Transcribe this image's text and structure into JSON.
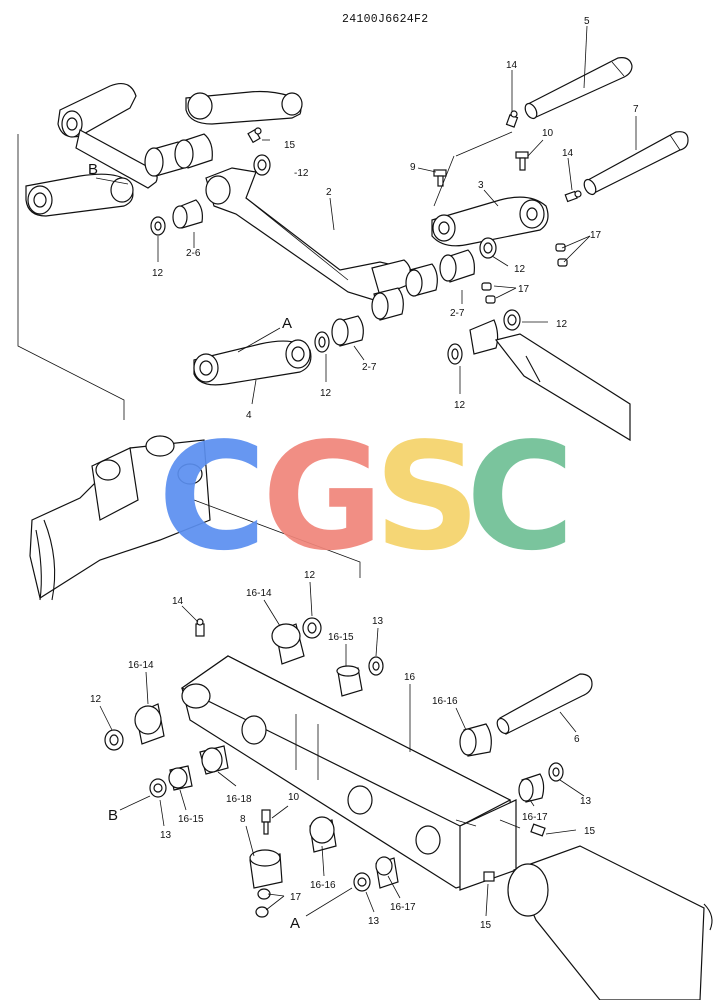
{
  "drawing_number": "24100J6624F2",
  "watermark": {
    "letters": [
      "C",
      "G",
      "S",
      "C"
    ],
    "colors": [
      "#5b8ff0",
      "#f0857a",
      "#f5d36a",
      "#6fbf95"
    ]
  },
  "upper_callouts": [
    {
      "id": "u5",
      "text": "5"
    },
    {
      "id": "u14a",
      "text": "14"
    },
    {
      "id": "u7",
      "text": "7"
    },
    {
      "id": "u15",
      "text": "15"
    },
    {
      "id": "u12a",
      "text": "-12"
    },
    {
      "id": "u10",
      "text": "10"
    },
    {
      "id": "u14b",
      "text": "14"
    },
    {
      "id": "u9",
      "text": "9"
    },
    {
      "id": "uB",
      "text": "B"
    },
    {
      "id": "u3",
      "text": "3"
    },
    {
      "id": "u2",
      "text": "2"
    },
    {
      "id": "u17a",
      "text": "17"
    },
    {
      "id": "u12b",
      "text": "12"
    },
    {
      "id": "u26",
      "text": "2-6"
    },
    {
      "id": "u12c",
      "text": "12"
    },
    {
      "id": "u17b",
      "text": "17"
    },
    {
      "id": "u27a",
      "text": "2-7"
    },
    {
      "id": "u12d",
      "text": "12"
    },
    {
      "id": "uA",
      "text": "A"
    },
    {
      "id": "u27b",
      "text": "2-7"
    },
    {
      "id": "u12e",
      "text": "12"
    },
    {
      "id": "u4",
      "text": "4"
    },
    {
      "id": "u12f",
      "text": "12"
    }
  ],
  "lower_callouts": [
    {
      "id": "l12a",
      "text": "12"
    },
    {
      "id": "l14",
      "text": "14"
    },
    {
      "id": "l1614a",
      "text": "16-14"
    },
    {
      "id": "l13a",
      "text": "13"
    },
    {
      "id": "l1615a",
      "text": "16-15"
    },
    {
      "id": "l1614b",
      "text": "16-14"
    },
    {
      "id": "l16",
      "text": "16"
    },
    {
      "id": "l12b",
      "text": "12"
    },
    {
      "id": "l1616a",
      "text": "16-16"
    },
    {
      "id": "l6",
      "text": "6"
    },
    {
      "id": "l1618",
      "text": "16-18"
    },
    {
      "id": "l10",
      "text": "10"
    },
    {
      "id": "lB",
      "text": "B"
    },
    {
      "id": "l13b",
      "text": "13"
    },
    {
      "id": "l1615b",
      "text": "16-15"
    },
    {
      "id": "l1617a",
      "text": "16-17"
    },
    {
      "id": "l13c",
      "text": "13"
    },
    {
      "id": "l15a",
      "text": "15"
    },
    {
      "id": "l8",
      "text": "8"
    },
    {
      "id": "l1616b",
      "text": "16-16"
    },
    {
      "id": "l17",
      "text": "17"
    },
    {
      "id": "lA",
      "text": "A"
    },
    {
      "id": "l13d",
      "text": "13"
    },
    {
      "id": "l1617b",
      "text": "16-17"
    },
    {
      "id": "l15b",
      "text": "15"
    }
  ]
}
